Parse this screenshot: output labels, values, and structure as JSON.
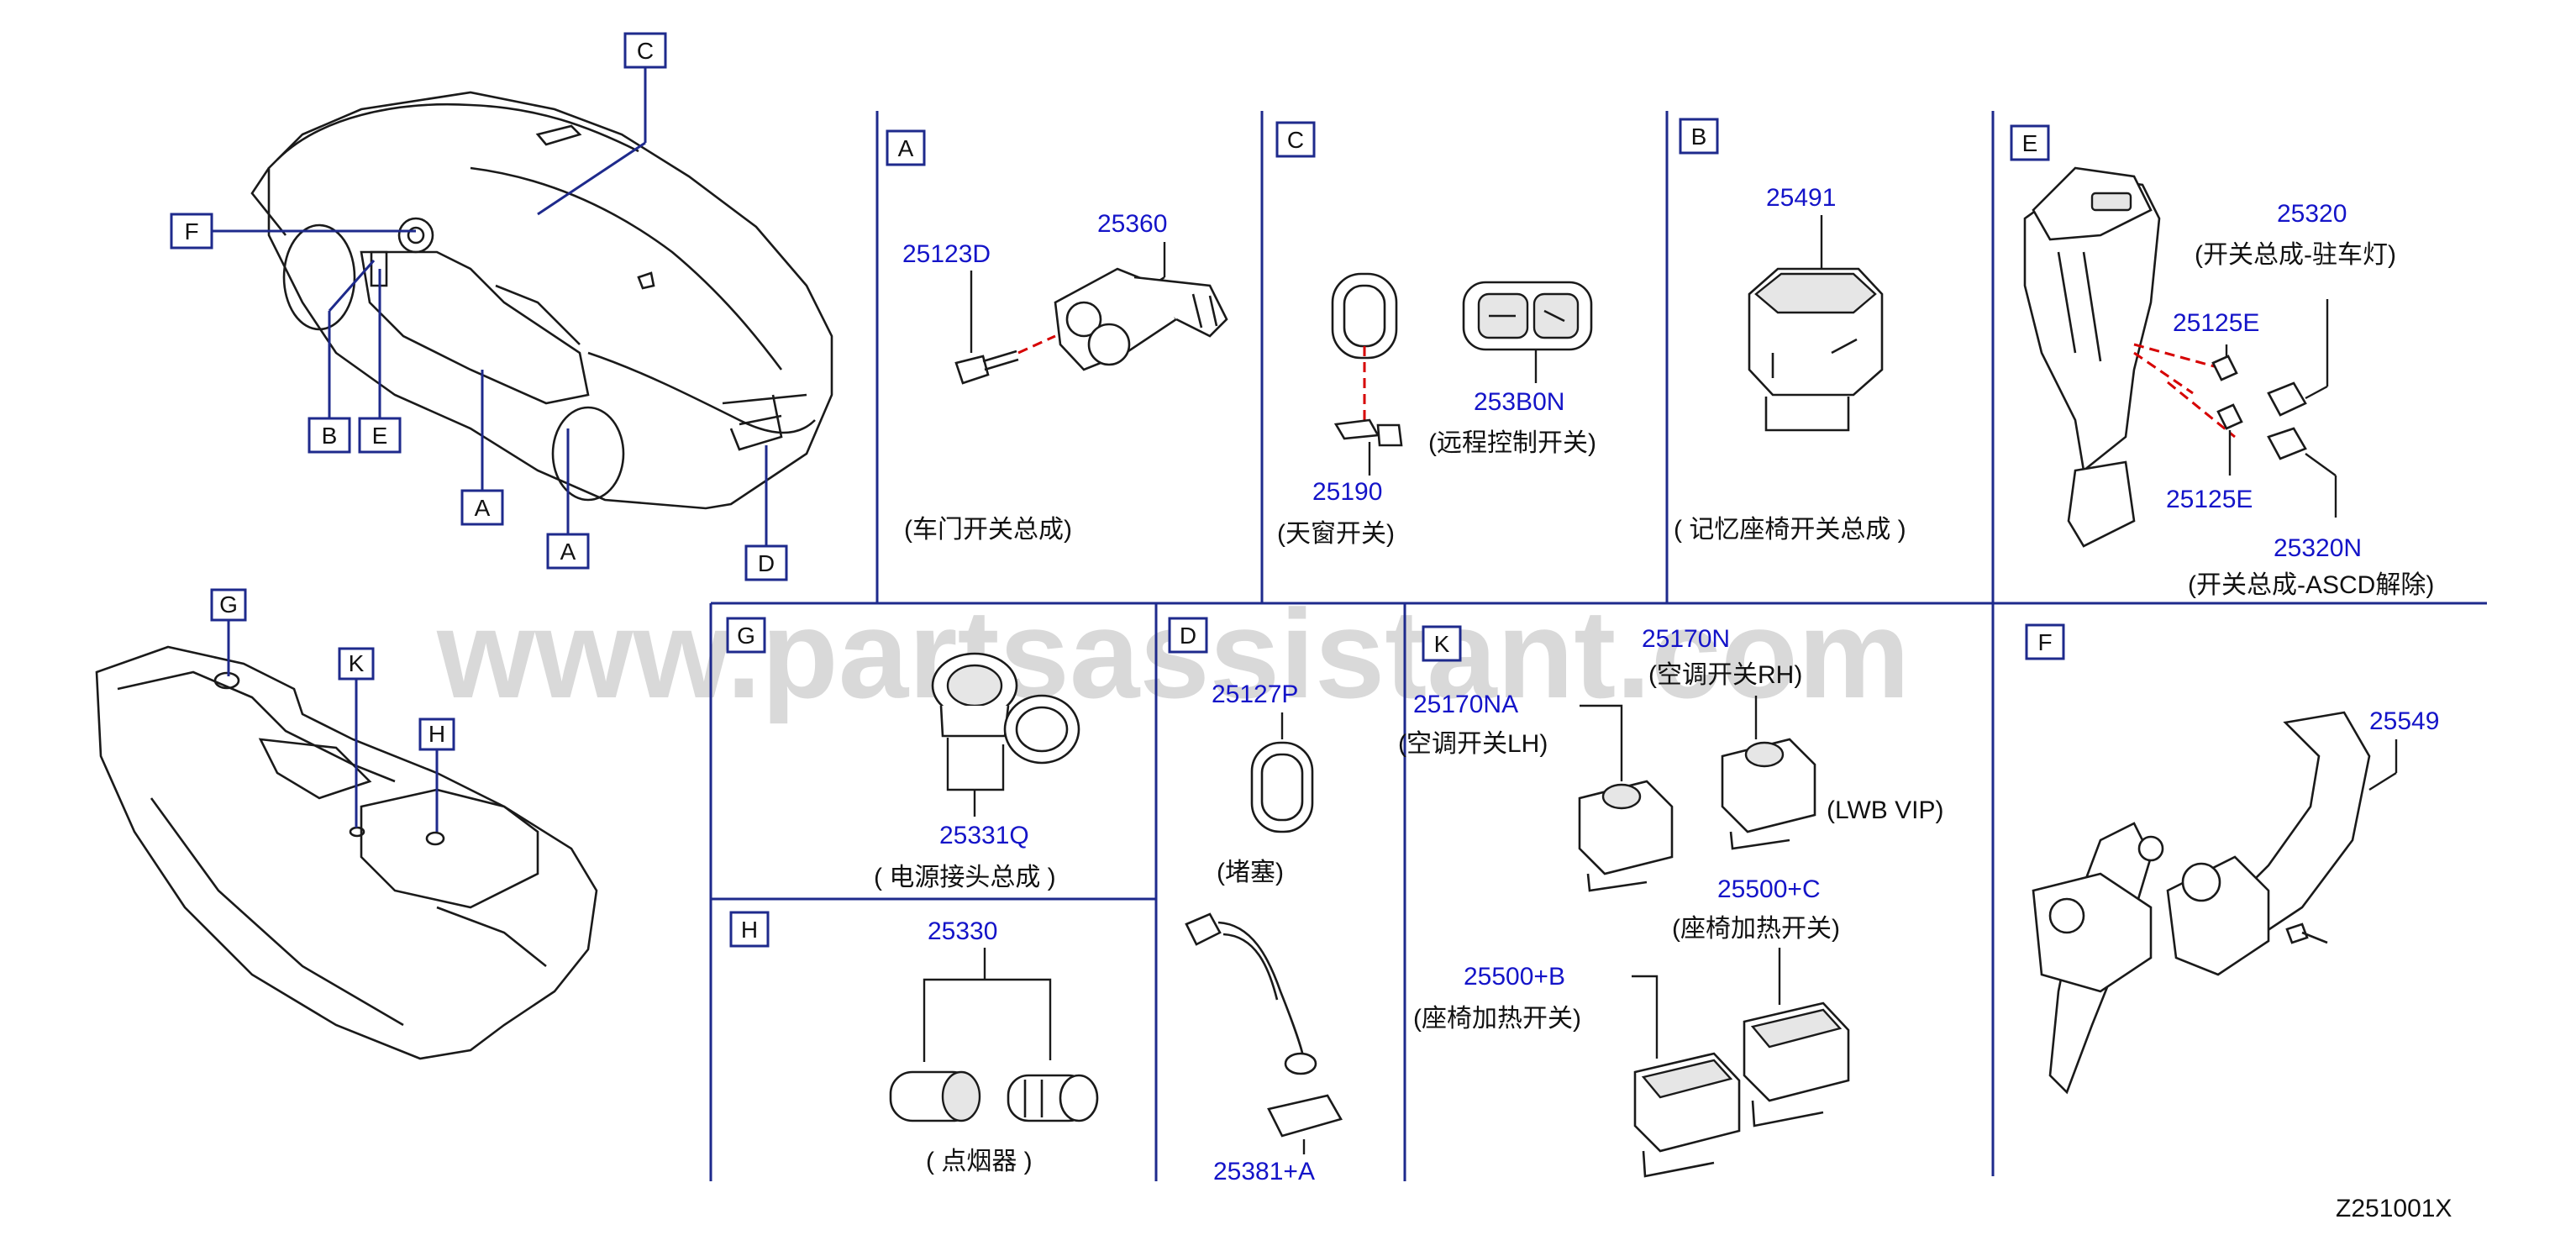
{
  "diagram_code": "Z251001X",
  "watermark": "www.partsassistant.com",
  "location_labels": {
    "C": "C",
    "F": "F",
    "B": "B",
    "E": "E",
    "A1": "A",
    "A2": "A",
    "D": "D",
    "G": "G",
    "K": "K",
    "H": "H"
  },
  "panels": {
    "A": {
      "label": "A",
      "part1": "25123D",
      "part2": "25360",
      "desc": "(车门开关总成)"
    },
    "C": {
      "label": "C",
      "part1": "253B0N",
      "desc1": "(远程控制开关)",
      "part2": "25190",
      "desc2": "(天窗开关)"
    },
    "B": {
      "label": "B",
      "part1": "25491",
      "desc": "( 记忆座椅开关总成 )"
    },
    "E": {
      "label": "E",
      "part1": "25320",
      "desc1": "(开关总成-驻车灯)",
      "part2": "25125E",
      "part3": "25125E",
      "part4": "25320N",
      "desc4": "(开关总成-ASCD解除)"
    },
    "G": {
      "label": "G",
      "part1": "25331Q",
      "desc": "( 电源接头总成 )"
    },
    "D": {
      "label": "D",
      "part1": "25127P",
      "desc1": "(堵塞)",
      "part2": "25381+A"
    },
    "K": {
      "label": "K",
      "part1": "25170NA",
      "desc1": "(空调开关LH)",
      "part2": "25170N",
      "desc2": "(空调开关RH)",
      "note": "(LWB   VIP)",
      "part3": "25500+C",
      "desc3": "(座椅加热开关)",
      "part4": "25500+B",
      "desc4": "(座椅加热开关)"
    },
    "F": {
      "label": "F",
      "part1": "25549"
    },
    "H": {
      "label": "H",
      "part1": "25330",
      "desc": "( 点烟器 )"
    }
  }
}
